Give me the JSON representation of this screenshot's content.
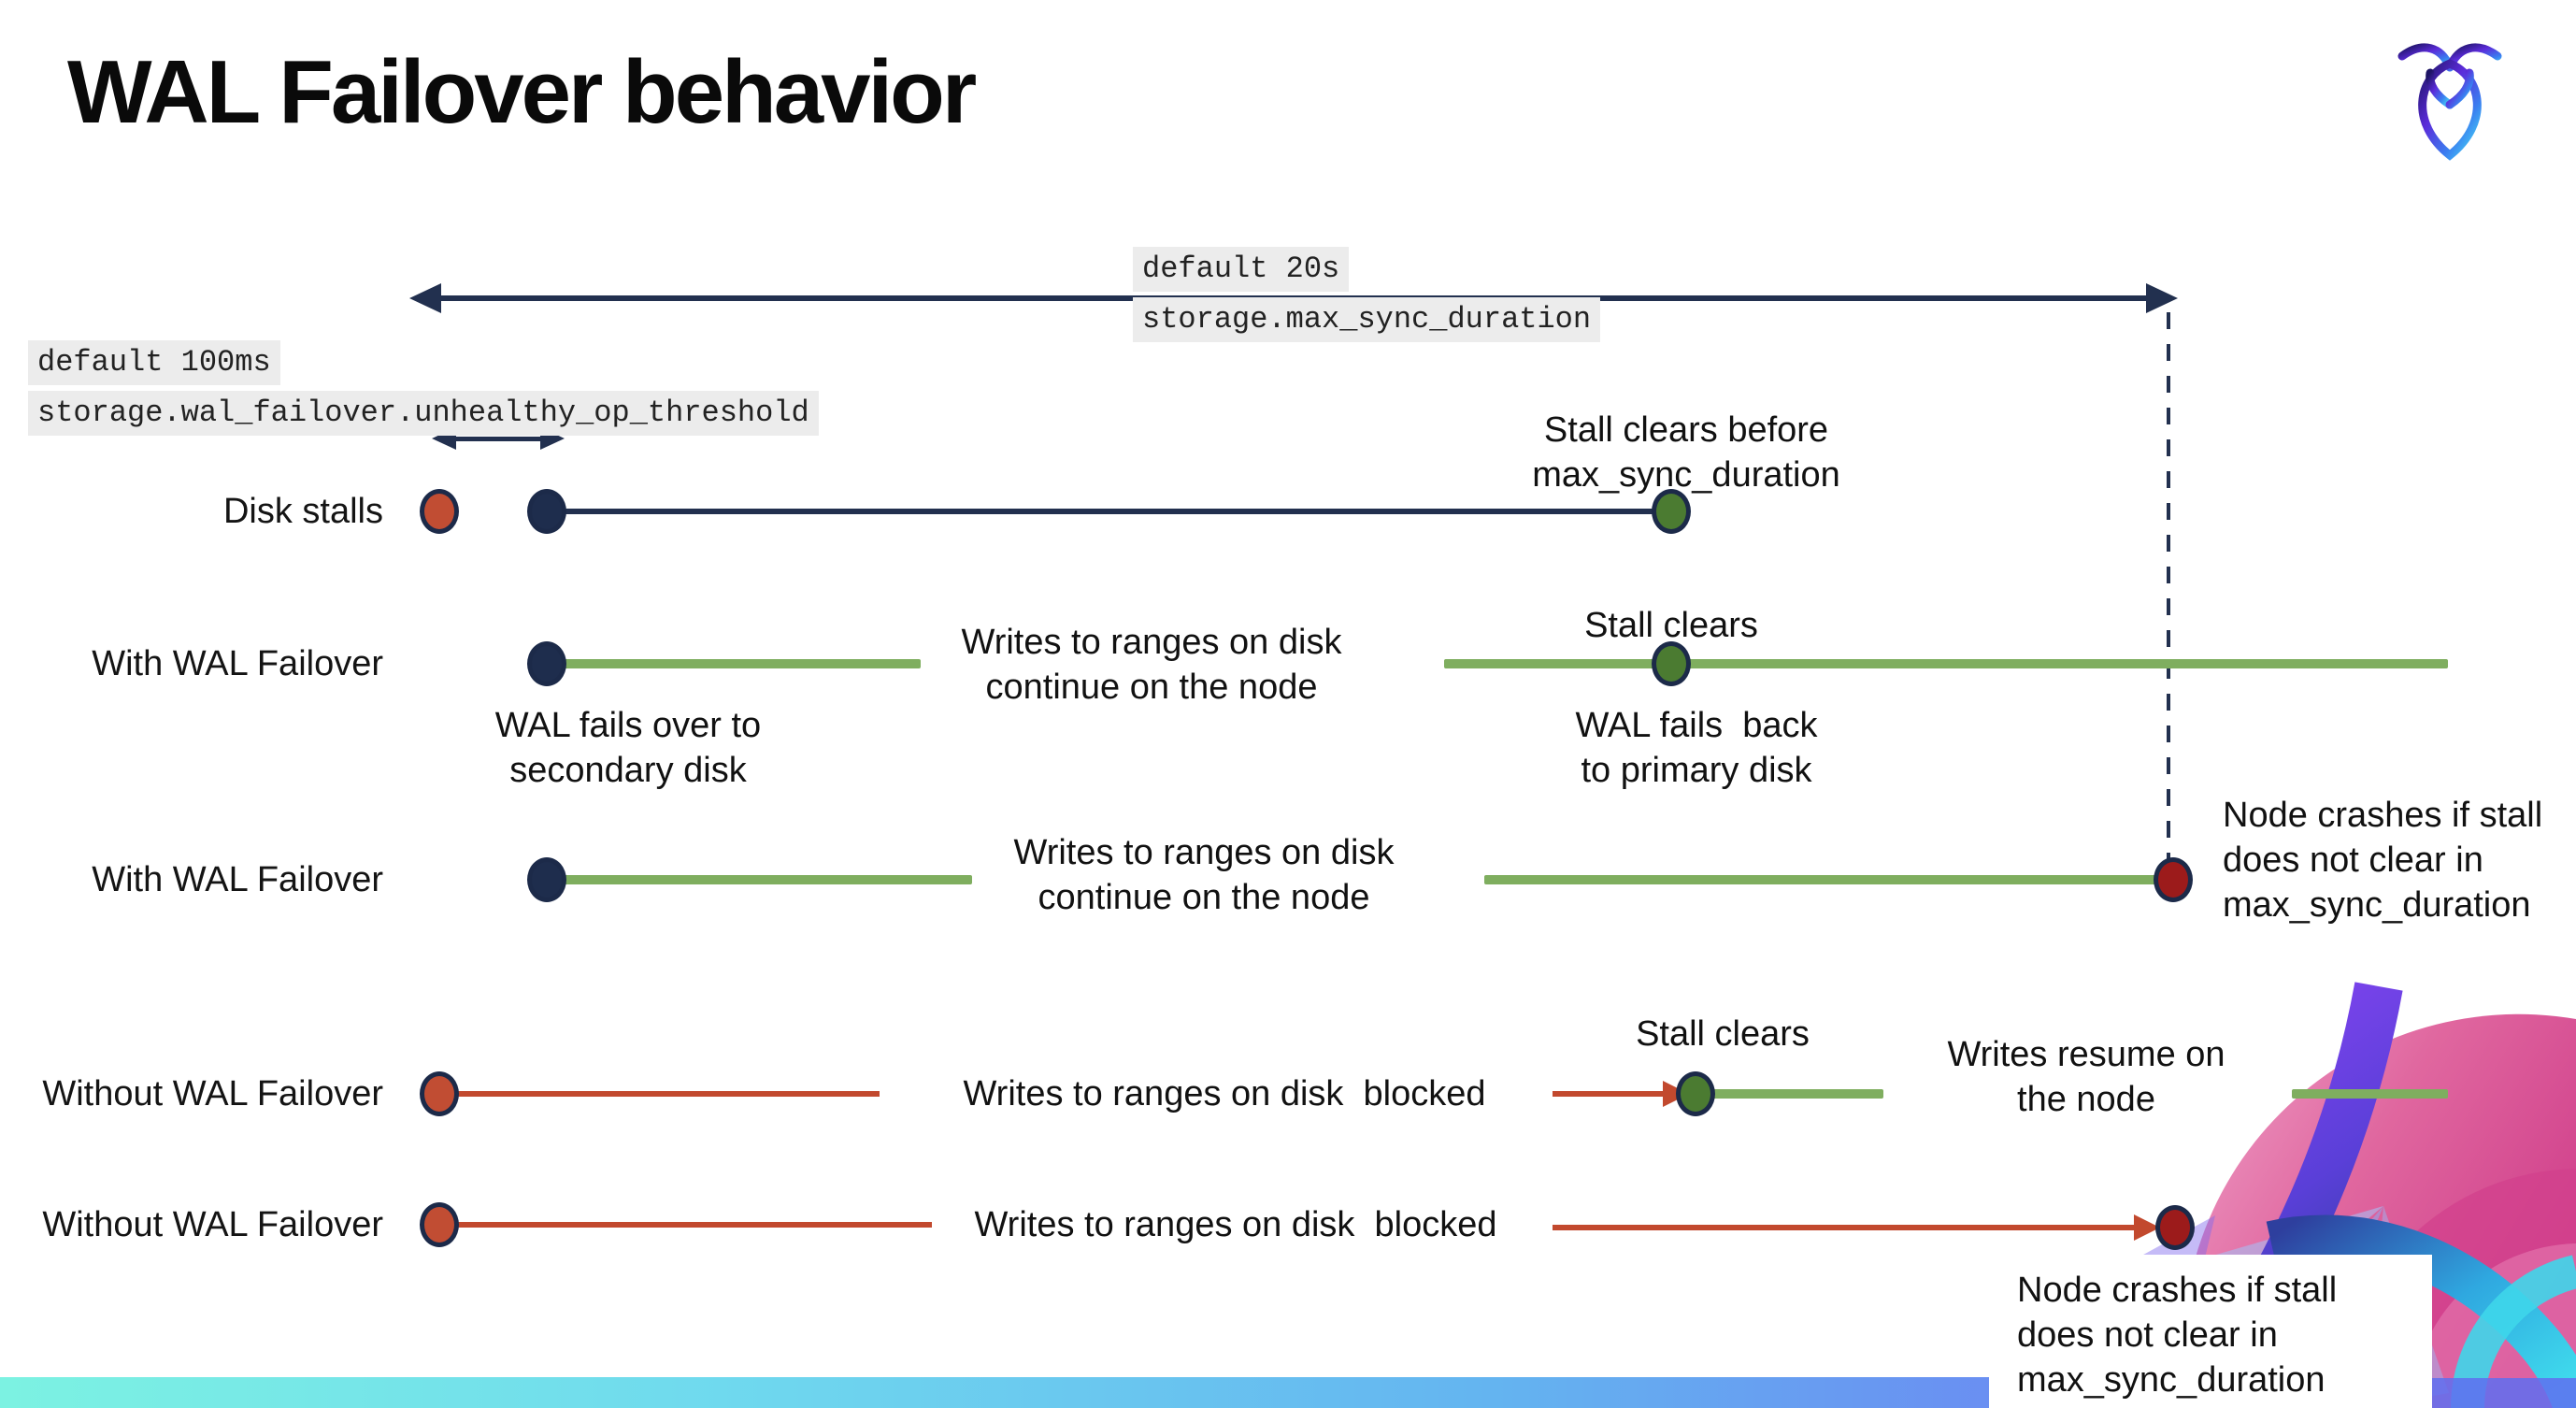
{
  "slide": {
    "title": "WAL Failover behavior"
  },
  "brand": {
    "logo_icon": "cockroachdb-logo",
    "logo_gradient": [
      "#1d1464",
      "#5b2bd9",
      "#3a7ef0",
      "#45d1f5"
    ]
  },
  "config_labels": {
    "max_sync_duration": {
      "default": "default 20s",
      "setting": "storage.max_sync_duration"
    },
    "unhealthy_op_threshold": {
      "default": "default 100ms",
      "setting": "storage.wal_failover.unhealthy_op_threshold"
    }
  },
  "rows": [
    {
      "label": "Disk stalls"
    },
    {
      "label": "With WAL Failover"
    },
    {
      "label": "With WAL Failover"
    },
    {
      "label": "Without WAL Failover"
    },
    {
      "label": "Without WAL Failover"
    }
  ],
  "annotations": {
    "stall_clears_before": [
      "Stall clears before",
      "max_sync_duration"
    ],
    "stall_clears": "Stall clears",
    "wal_fails_over": [
      "WAL fails over to",
      "secondary disk"
    ],
    "wal_fails_back": [
      "WAL fails  back",
      "to primary disk"
    ],
    "writes_continue": [
      "Writes to ranges on disk",
      "continue on the node"
    ],
    "writes_blocked": "Writes to ranges on disk  blocked",
    "writes_resume": [
      "Writes resume on",
      "the node"
    ],
    "node_crashes": [
      "Node crashes if stall",
      "does not clear in",
      "max_sync_duration"
    ]
  },
  "colors": {
    "navy": "#22304f",
    "timeline_red": "#c2492e",
    "stall_dot_red": "#c14d33",
    "crash_dot_red": "#9c1b1b",
    "green_line": "#7fae5f",
    "green_dot": "#4b7b31",
    "code_background": "#ececec",
    "bottom_bar_gradient": [
      "#7cf2e2",
      "#6fd9ee",
      "#64b4f0",
      "#7a72f4"
    ]
  }
}
